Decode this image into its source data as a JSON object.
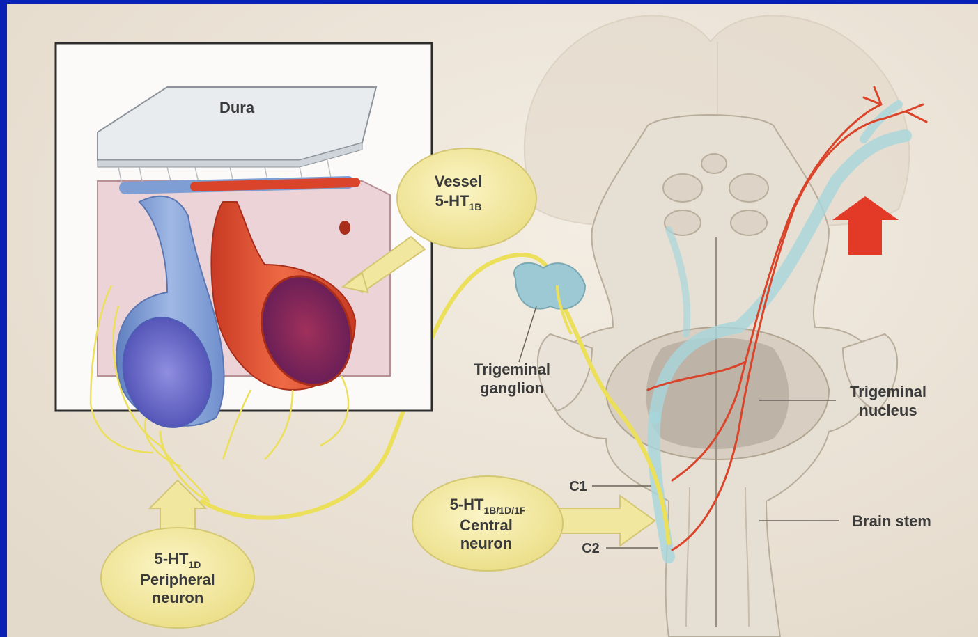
{
  "labels": {
    "dura": "Dura",
    "vessel": {
      "line1": "Vessel",
      "line2_base": "5-HT",
      "line2_sub": "1B"
    },
    "peripheral": {
      "line1_base": "5-HT",
      "line1_sub": "1D",
      "line2": "Peripheral",
      "line3": "neuron"
    },
    "central": {
      "line1_base": "5-HT",
      "line1_sub": "1B/1D/1F",
      "line2": "Central",
      "line3": "neuron"
    },
    "trigeminal_ganglion": {
      "line1": "Trigeminal",
      "line2": "ganglion"
    },
    "trigeminal_nucleus": {
      "line1": "Trigeminal",
      "line2": "nucleus"
    },
    "c1": "C1",
    "c2": "C2",
    "brain_stem": "Brain stem"
  },
  "colors": {
    "slide_border": "#0a1fb4",
    "illustration_bg": "#ece4d6",
    "nerve_yellow": "#ecdf5a",
    "vein_blue": "#7f9fd4",
    "artery_red": "#d9442a",
    "callout_fill": "#f2e79e",
    "pointer_arrow": "#e23a26"
  },
  "icons": {
    "pointer": "up-arrow-icon"
  }
}
